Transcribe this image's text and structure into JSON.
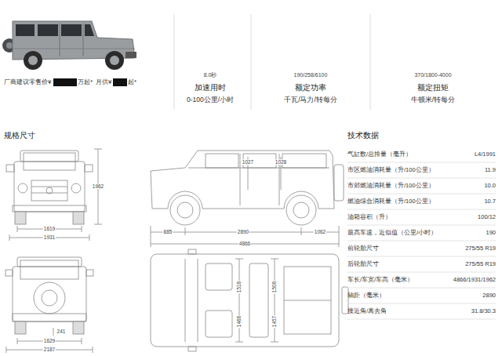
{
  "diagram": {
    "labels": [
      "厂商建议零售价¥",
      "万起*",
      "月供¥",
      "起*",
      "8.0秒",
      "加速用时",
      "0-100公里/小时",
      "190/258/6100",
      "额定功率",
      "千瓦/马力/转每分",
      "370/1800-4000",
      "额定扭矩",
      "牛顿米/转每分",
      "规格尺寸",
      "技术数据",
      "气缸数/总排量（毫升）",
      "L4/1991",
      "市区燃油消耗量（升/100公里）",
      "11.9",
      "市郊燃油消耗量（升/100公里）",
      "10.0",
      "燃油综合消耗量（升/100公里）",
      "10.7",
      "油箱容积（升）",
      "100/12",
      "最高车速，近似值（公里/小时）",
      "190",
      "前轮胎尺寸",
      "275/55 R19",
      "后轮胎尺寸",
      "275/55 R19",
      "车长/车宽/车高（毫米）",
      "4866/1931/1962",
      "轴距（毫米）",
      "2890",
      "接近角/离去角",
      "31.8/30.3",
      "1962",
      "1619",
      "1931",
      "1027",
      "1028",
      "885",
      "2890",
      "1062",
      "4866",
      "1629",
      "2187",
      "241",
      "1518",
      "1508",
      "1468",
      "1457"
    ]
  }
}
